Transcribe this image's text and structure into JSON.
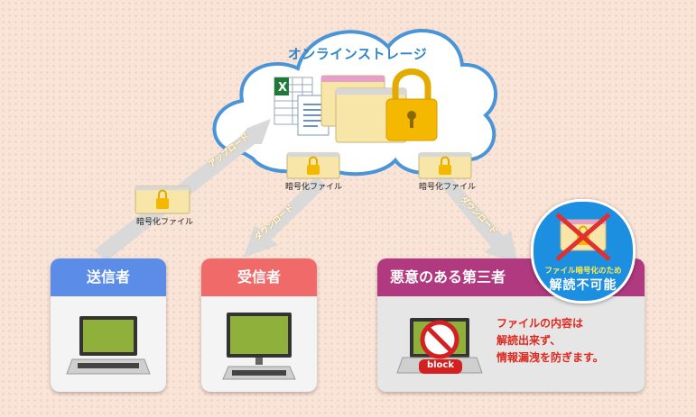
{
  "cloud": {
    "title": "オンラインストレージ"
  },
  "files": {
    "label_left": "暗号化ファイル",
    "label_center": "暗号化ファイル",
    "label_right": "暗号化ファイル"
  },
  "arrows": {
    "upload": "アップロード",
    "download_receiver": "ダウンロード",
    "download_attacker": "ダウンロード"
  },
  "cards": {
    "sender": {
      "title": "送信者",
      "color": "#5b8de8"
    },
    "receiver": {
      "title": "受信者",
      "color": "#f06a6a"
    },
    "attacker": {
      "title": "悪意のある第三者",
      "color": "#b0397f"
    }
  },
  "badge": {
    "line1": "ファイル暗号化のため",
    "line2": "解読不可能"
  },
  "block": {
    "label": "block"
  },
  "message": {
    "line1": "ファイルの内容は",
    "line2": "解読出来ず、",
    "line3": "情報漏洩を防ぎます。"
  },
  "colors": {
    "cloud_border": "#4a94d8",
    "arrow": "#d8d8d8",
    "lock": "#f5b800",
    "alert": "#e0281e"
  }
}
